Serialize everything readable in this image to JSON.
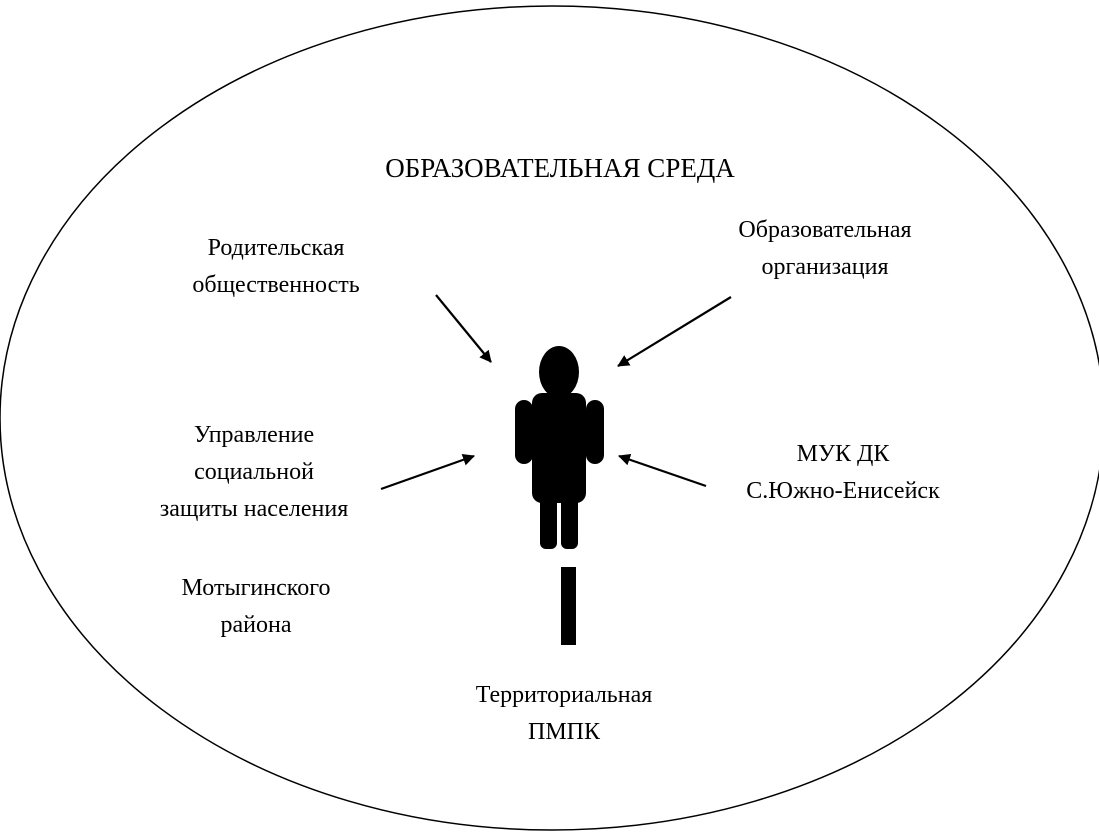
{
  "title": "ОБРАЗОВАТЕЛЬНАЯ СРЕДА",
  "nodes": {
    "parents": [
      "Родительская",
      "общественность"
    ],
    "organization": [
      "Образовательная",
      "организация"
    ],
    "social": [
      "Управление",
      "социальной",
      "защиты населения"
    ],
    "district": [
      "Мотыгинского",
      "района"
    ],
    "culture": [
      "МУК ДК",
      "С.Южно-Енисейск"
    ],
    "pmpk": [
      "Территориальная",
      "ПМПК"
    ]
  },
  "center_icon": "person-icon",
  "colors": {
    "line": "#000000",
    "background": "#ffffff"
  }
}
